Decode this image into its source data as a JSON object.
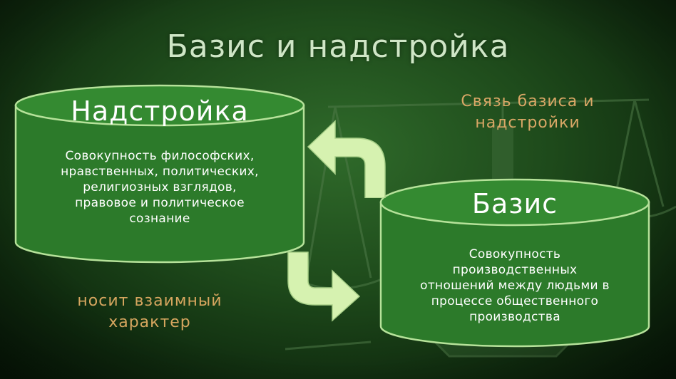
{
  "title": "Базис и надстройка",
  "note_top": {
    "line1": "Связь базиса и",
    "line2": "надстройки"
  },
  "note_bottom": {
    "line1": "носит взаимный",
    "line2": "характер"
  },
  "superstructure": {
    "heading": "Надстройка",
    "lines": [
      "Совокупность философских,",
      "нравственных, политических,",
      "религиозных взглядов,",
      "правовое и политическое",
      "сознание"
    ]
  },
  "basis": {
    "heading": "Базис",
    "lines": [
      "Совокупность",
      "производственных",
      "отношений между людьми в",
      "процессе общественного",
      "производства"
    ]
  },
  "colors": {
    "cylinder_fill": "#2e7a2c",
    "cylinder_stroke": "#b6e29a",
    "arrow_fill": "#d6f2b0",
    "note_text": "#d9a766"
  }
}
